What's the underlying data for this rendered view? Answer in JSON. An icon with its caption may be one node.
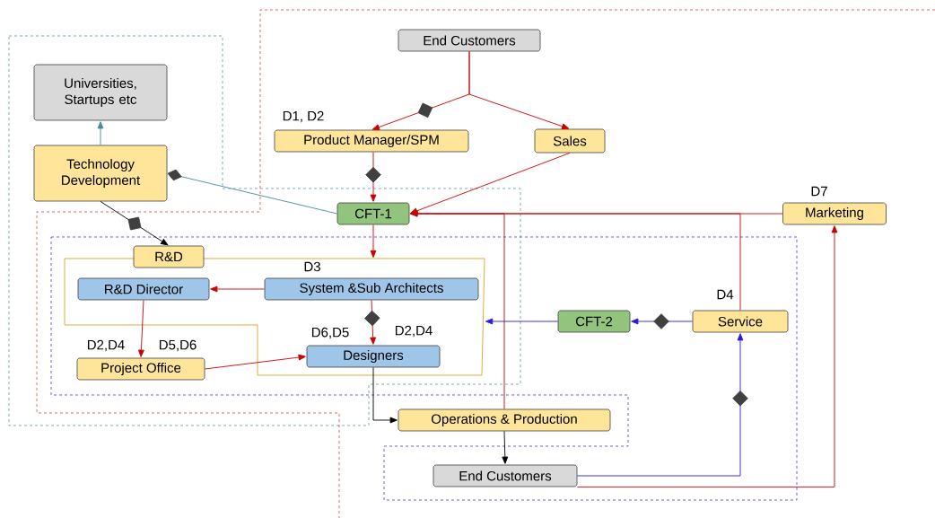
{
  "diagram": {
    "nodes": [
      {
        "text": [
          "End Customers"
        ]
      },
      {
        "text": [
          "Universities, Startups etc"
        ]
      },
      {
        "text": [
          "Technology Development"
        ]
      },
      {
        "text": [
          "Product Manager/SPM"
        ],
        "beside": [
          "D1, D2"
        ]
      },
      {
        "text": [
          "Sales"
        ]
      },
      {
        "text": [
          "CFT-1"
        ]
      },
      {
        "text": [
          "Marketing"
        ],
        "beside": [
          "D7"
        ]
      },
      {
        "text": [],
        "shape": "box"
      },
      {
        "text": [
          "R&D"
        ]
      },
      {
        "text": [
          "R&D Director"
        ],
        "in": 7
      },
      {
        "text": [
          "System &Sub Architects"
        ],
        "in": 7,
        "beside": [
          "D3"
        ]
      },
      {
        "text": [
          "Project Office"
        ],
        "beside": [
          "D2,D4",
          "D5,D6"
        ]
      },
      {
        "text": [
          "Designers"
        ],
        "in": 7,
        "beside": [
          "D6,D5",
          "D2,D4"
        ]
      },
      {
        "text": [
          "CFT-2"
        ]
      },
      {
        "text": [
          "Service"
        ],
        "beside": [
          "D4"
        ]
      },
      {
        "text": [
          "Operations & Production"
        ]
      },
      {
        "text": [
          "End Customers"
        ]
      }
    ],
    "edges": [
      {
        "from": 0,
        "to": 3,
        "arrow": "to"
      },
      {
        "from": 0,
        "to": 4,
        "arrow": "to"
      },
      {
        "from": 2,
        "to": 1,
        "arrow": "to",
        "color": "#4a8a99"
      },
      {
        "from": 2,
        "to": 5,
        "arrow": "other",
        "color": "#4a8a99"
      },
      {
        "from": 3,
        "to": 5,
        "arrow": "to"
      },
      {
        "from": 4,
        "to": 5,
        "arrow": "to"
      },
      {
        "from": 6,
        "to": 5,
        "arrow": "to"
      },
      {
        "from": 5,
        "to": 7,
        "arrow": "to"
      },
      {
        "from": 2,
        "to": 8,
        "arrow": "to",
        "color": "#000000"
      },
      {
        "from": 10,
        "to": 9,
        "arrow": "to"
      },
      {
        "from": 10,
        "to": 12,
        "arrow": "to"
      },
      {
        "from": 9,
        "to": 11,
        "arrow": "to"
      },
      {
        "from": 11,
        "to": 12,
        "arrow": "to"
      },
      {
        "from": 12,
        "to": 15,
        "arrow": "to",
        "color": "#000000"
      },
      {
        "from": 15,
        "to": 16,
        "arrow": "to",
        "color": "#000000"
      },
      {
        "from": 15,
        "to": 5,
        "arrow": "to"
      },
      {
        "from": 14,
        "to": 5,
        "arrow": "to"
      },
      {
        "from": 16,
        "to": 6,
        "arrow": "to"
      },
      {
        "from": 14,
        "to": 13,
        "arrow": "to",
        "color": "#2b1bd8"
      },
      {
        "from": 13,
        "to": 7,
        "arrow": "to",
        "color": "#2b1bd8"
      },
      {
        "from": 16,
        "to": 14,
        "arrow": "to",
        "color": "#2b1bd8"
      }
    ]
  }
}
